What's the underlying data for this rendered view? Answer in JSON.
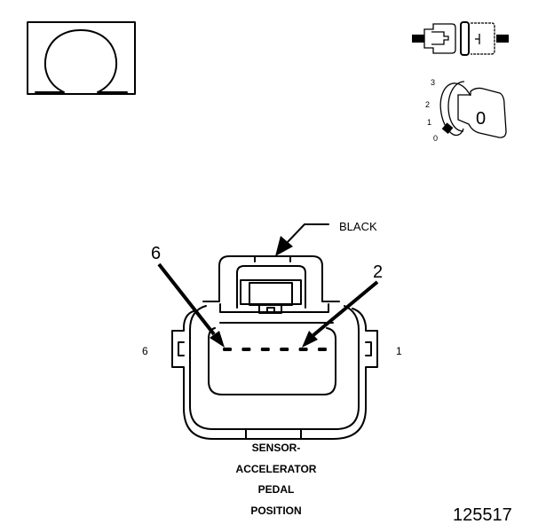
{
  "symbol": {
    "name": "ohm",
    "glyph": "Ω"
  },
  "ignition": {
    "positions": [
      "3",
      "2",
      "1",
      "0"
    ],
    "key_label": "0"
  },
  "connector": {
    "color_label": "BLACK",
    "callout_left": "6",
    "callout_right": "2",
    "end_left": "6",
    "end_right": "1",
    "pin_count": 6
  },
  "caption": [
    "SENSOR-",
    "ACCELERATOR",
    "PEDAL",
    "POSITION"
  ],
  "figure_number": "125517"
}
